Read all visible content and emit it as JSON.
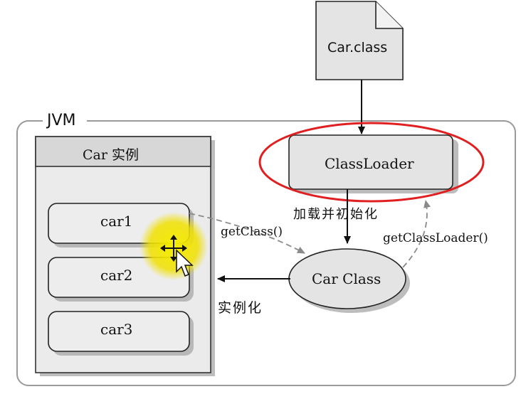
{
  "file_node": {
    "label": "Car.class"
  },
  "jvm": {
    "label": "JVM"
  },
  "instances_panel": {
    "title": "Car 实例",
    "items": [
      "car1",
      "car2",
      "car3"
    ]
  },
  "classloader_node": {
    "label": "ClassLoader"
  },
  "class_node": {
    "label": "Car Class"
  },
  "edges": {
    "load_init": "加载并初始化",
    "get_class": "getClass()",
    "get_classloader": "getClassLoader()",
    "instantiate": "实例化"
  },
  "colors": {
    "highlight_ellipse": "#e02020",
    "cursor_halo": "#f4e400",
    "node_fill": "#e6e6e6",
    "panel_header": "#d7d7d7"
  }
}
